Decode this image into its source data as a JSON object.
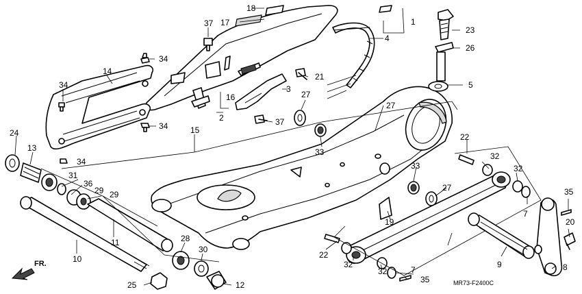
{
  "diagram": {
    "drawing_code": "MR73-F2400C",
    "front_marker": "FR.",
    "callouts": [
      "1",
      "2",
      "3",
      "4",
      "5",
      "7",
      "7",
      "8",
      "9",
      "10",
      "11",
      "12",
      "13",
      "14",
      "15",
      "16",
      "17",
      "18",
      "19",
      "20",
      "21",
      "22",
      "22",
      "23",
      "24",
      "25",
      "26",
      "27",
      "27",
      "28",
      "29",
      "29",
      "30",
      "31",
      "32",
      "32",
      "32",
      "32",
      "33",
      "33",
      "34",
      "34",
      "34",
      "34",
      "35",
      "35",
      "36",
      "37",
      "37"
    ]
  }
}
